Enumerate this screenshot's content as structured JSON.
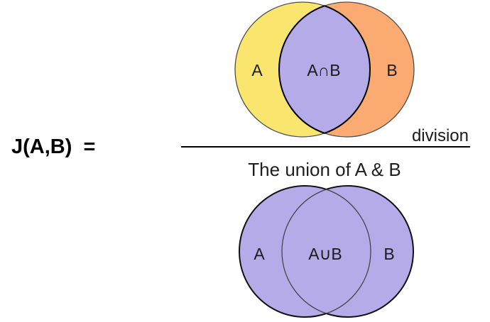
{
  "formula": {
    "label": "J(A,B)  ="
  },
  "numerator": {
    "labels": {
      "a": "A",
      "intersection": "A∩B",
      "b": "B"
    },
    "colors": {
      "a_fill": "#FAE66F",
      "b_fill": "#FBAB72",
      "intersection_fill": "#B4ABE8",
      "outline": "#4d4d4d",
      "lens_outline": "#000000"
    }
  },
  "fraction": {
    "operation_label": "division",
    "bar_color": "#000000"
  },
  "denominator": {
    "title": "The union of A & B",
    "labels": {
      "a": "A",
      "union": "A∪B",
      "b": "B"
    },
    "colors": {
      "fill": "#B4ABE8",
      "outline": "#111111",
      "lens_outline": "#3f3f3f"
    }
  },
  "background": "#FFFFFF"
}
